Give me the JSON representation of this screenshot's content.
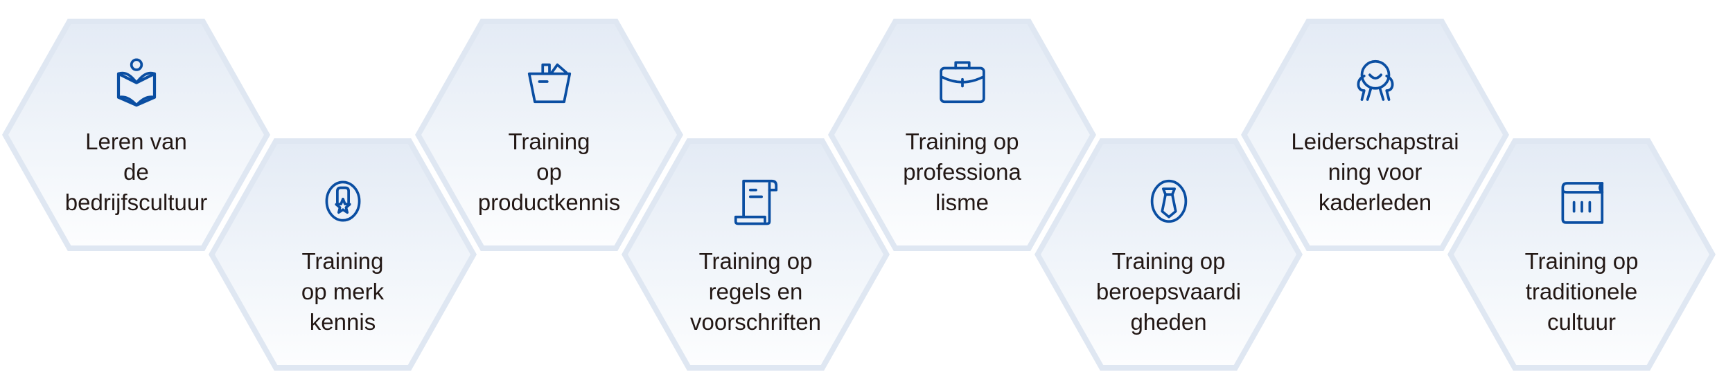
{
  "colors": {
    "icon": "#0a4ea2",
    "text": "#231815",
    "hex_border": "#dfe7f2",
    "hex_fill_top": "#e4ebf5",
    "hex_fill_bottom": "#fcfdfe"
  },
  "items": [
    {
      "label": "Leren van\nde\nbedrijfscultuur",
      "icon": "reading-book-icon"
    },
    {
      "label": "Training\nop merk\nkennis",
      "icon": "badge-star-icon"
    },
    {
      "label": "Training\nop\nproductkennis",
      "icon": "basket-icon"
    },
    {
      "label": "Training op\nregels en\nvoorschriften",
      "icon": "scroll-icon"
    },
    {
      "label": "Training op\nprofessiona\nlisme",
      "icon": "briefcase-icon"
    },
    {
      "label": "Training op\nberoepsvaardi\ngheden",
      "icon": "tie-icon"
    },
    {
      "label": "Leiderschapstrai\nning voor\nkaderleden",
      "icon": "leader-icon"
    },
    {
      "label": "Training op\ntraditionele\ncultuur",
      "icon": "book-icon"
    }
  ]
}
